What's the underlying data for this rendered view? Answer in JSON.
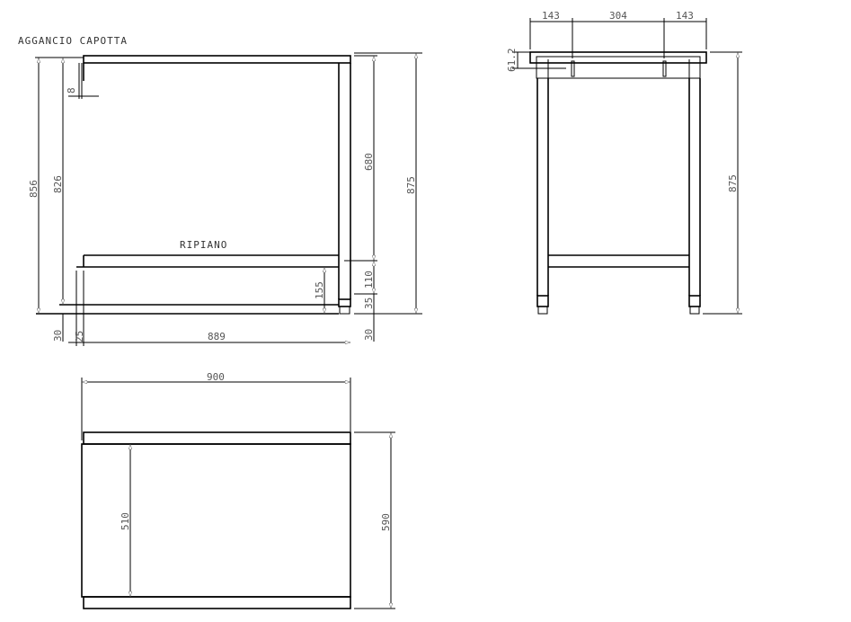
{
  "drawing": {
    "side_view": {
      "title_hook": "AGGANCIO CAPOTTA",
      "title_shelf": "RIPIANO",
      "dims": {
        "hook_offset": "8",
        "height_total_left": "856",
        "height_inner_left": "826",
        "height_upper": "680",
        "height_total_right": "875",
        "shelf_height": "155",
        "shelf_gap": "110",
        "foot": "35",
        "bottom_left": "30",
        "bottom_right": "30",
        "offset_small": "25",
        "shelf_width": "889"
      }
    },
    "front_view": {
      "dims": {
        "left_span": "143",
        "middle_span": "304",
        "right_span": "143",
        "top_thickness": "61.2",
        "height_total": "875"
      }
    },
    "top_view": {
      "dims": {
        "width": "900",
        "depth_total": "590",
        "depth_inner": "510"
      }
    }
  }
}
